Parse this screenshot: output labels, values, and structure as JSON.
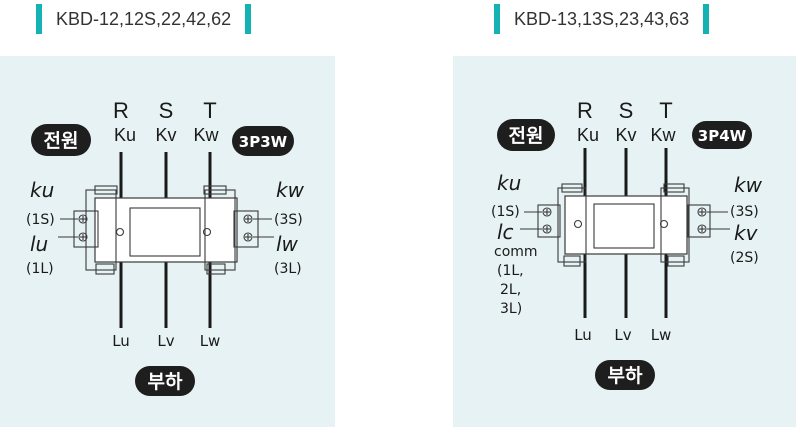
{
  "left": {
    "model": "KBD-12,12S,22,42,62",
    "phases": [
      "R",
      "S",
      "T"
    ],
    "source_terms": [
      "Ku",
      "Kv",
      "Kw"
    ],
    "load_terms": [
      "Lu",
      "Lv",
      "Lw"
    ],
    "source_badge": "전원",
    "load_badge": "부하",
    "system_badge": "3P3W",
    "left_labels": {
      "k": "ku",
      "k_sub": "(1S)",
      "l": "lu",
      "l_sub": "(1L)"
    },
    "right_labels": {
      "k": "kw",
      "k_sub": "(3S)",
      "l": "lw",
      "l_sub": "(3L)"
    }
  },
  "right": {
    "model": "KBD-13,13S,23,43,63",
    "phases": [
      "R",
      "S",
      "T"
    ],
    "source_terms": [
      "Ku",
      "Kv",
      "Kw"
    ],
    "load_terms": [
      "Lu",
      "Lv",
      "Lw"
    ],
    "source_badge": "전원",
    "load_badge": "부하",
    "system_badge": "3P4W",
    "left_labels": {
      "k": "ku",
      "k_sub": "(1S)",
      "l": "lc",
      "comm": [
        "comm",
        "(1L,",
        "2L,",
        "3L)"
      ]
    },
    "right_labels": {
      "k": "kw",
      "k_sub": "(3S)",
      "v": "kv",
      "v_sub": "(2S)"
    }
  },
  "colors": {
    "accent": "#14b2b2",
    "panel": "#e6f2f3",
    "badge": "#1e1e1e"
  }
}
